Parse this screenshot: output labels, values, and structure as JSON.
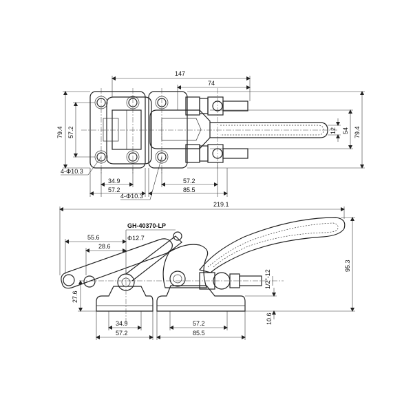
{
  "drawing": {
    "model": "GH-40370-LP",
    "top_view": {
      "overall_length": "147",
      "handle_offset": "74",
      "height_left": "79.4",
      "height_right": "79.4",
      "hole_spacing_v": "57.2",
      "slot_width": "12",
      "slot_outer": "54",
      "hole_left": "4-Φ10.3",
      "hole_bottom": "4-Φ10.3",
      "base_spacing_a": "34.9",
      "base_width_a": "57.2",
      "base_spacing_b": "57.2",
      "base_width_b": "85.5"
    },
    "side_view": {
      "overall_length": "219.1",
      "arm_reach": "55.6",
      "arm_inner": "28.6",
      "pin_dia": "Φ12.7",
      "thread": "1/2\"-12",
      "total_height": "95.3",
      "pivot_height": "27.6",
      "base_thickness": "10.6",
      "base_spacing_a": "34.9",
      "base_width_a": "57.2",
      "base_spacing_b": "57.2",
      "base_width_b": "85.5"
    }
  }
}
